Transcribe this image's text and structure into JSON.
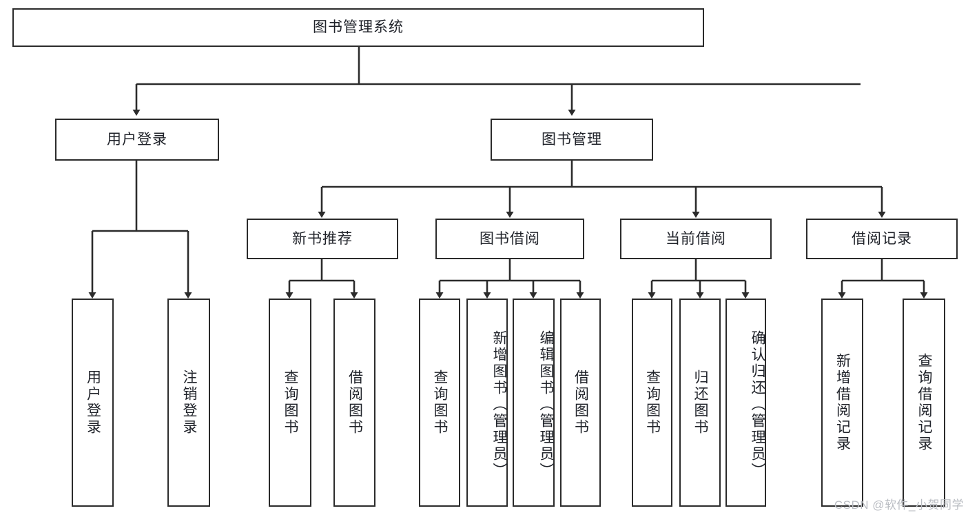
{
  "diagram": {
    "title": "图书管理系统",
    "type": "tree-hierarchy-diagram",
    "colors": {
      "box_border": "#2b2b2b",
      "box_fill": "#ffffff",
      "text": "#20232a",
      "edge": "#2b2b2b",
      "watermark": "#b9bcc2"
    },
    "root": {
      "label": "图书管理系统"
    },
    "level1": [
      {
        "label": "用户登录"
      },
      {
        "label": "图书管理"
      }
    ],
    "level2": [
      {
        "label": "新书推荐"
      },
      {
        "label": "图书借阅"
      },
      {
        "label": "当前借阅"
      },
      {
        "label": "借阅记录"
      }
    ],
    "leaves": {
      "user_login": [
        {
          "label": "用户登录"
        },
        {
          "label": "注销登录"
        }
      ],
      "new_book_recommend": [
        {
          "label": "查询图书"
        },
        {
          "label": "借阅图书"
        }
      ],
      "book_borrow": [
        {
          "label": "查询图书"
        },
        {
          "label": "新增图书（管理员）"
        },
        {
          "label": "编辑图书（管理员）"
        },
        {
          "label": "借阅图书"
        }
      ],
      "current_borrow": [
        {
          "label": "查询图书"
        },
        {
          "label": "归还图书"
        },
        {
          "label": "确认归还（管理员）"
        }
      ],
      "borrow_record": [
        {
          "label": "新增借阅记录"
        },
        {
          "label": "查询借阅记录"
        }
      ]
    },
    "watermark": "CSDN @软件_小贺同学"
  }
}
